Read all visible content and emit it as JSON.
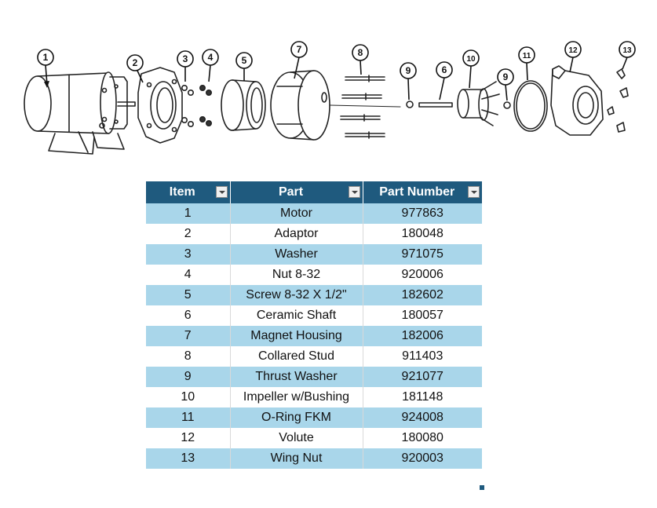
{
  "diagram": {
    "callouts": [
      "1",
      "2",
      "3",
      "4",
      "5",
      "7",
      "8",
      "9",
      "6",
      "10",
      "9",
      "11",
      "12",
      "13"
    ]
  },
  "table": {
    "headers": [
      "Item",
      "Part",
      "Part Number"
    ],
    "rows": [
      [
        "1",
        "Motor",
        "977863"
      ],
      [
        "2",
        "Adaptor",
        "180048"
      ],
      [
        "3",
        "Washer",
        "971075"
      ],
      [
        "4",
        "Nut 8-32",
        "920006"
      ],
      [
        "5",
        "Screw 8-32 X 1/2\"",
        "182602"
      ],
      [
        "6",
        "Ceramic Shaft",
        "180057"
      ],
      [
        "7",
        "Magnet Housing",
        "182006"
      ],
      [
        "8",
        "Collared Stud",
        "911403"
      ],
      [
        "9",
        "Thrust Washer",
        "921077"
      ],
      [
        "10",
        "Impeller w/Bushing",
        "181148"
      ],
      [
        "11",
        "O-Ring FKM",
        "924008"
      ],
      [
        "12",
        "Volute",
        "180080"
      ],
      [
        "13",
        "Wing Nut",
        "920003"
      ]
    ],
    "colors": {
      "header_bg": "#1f5a7e",
      "band_bg": "#a9d6ea"
    }
  }
}
